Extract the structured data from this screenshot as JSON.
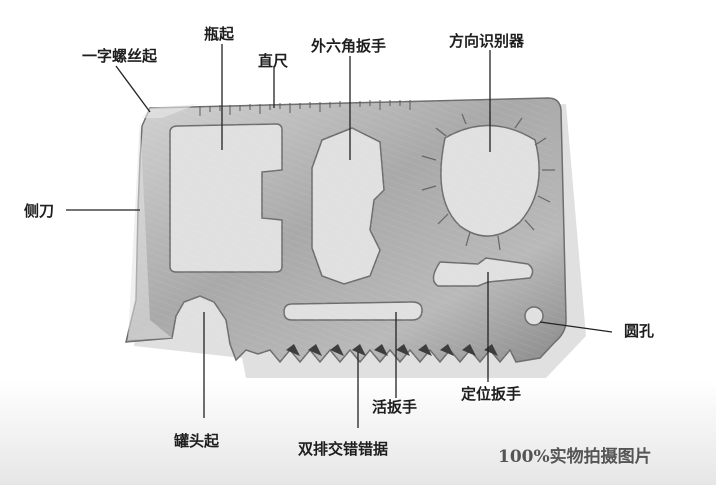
{
  "labels": {
    "slotted_screwdriver": "一字螺丝起",
    "bottle_opener": "瓶起",
    "ruler": "直尺",
    "hex_wrench": "外六角扳手",
    "direction_finder": "方向识别器",
    "side_blade": "侧刀",
    "round_hole": "圆孔",
    "positioning_wrench": "定位扳手",
    "slot_wrench": "活扳手",
    "can_opener": "罐头起",
    "double_saw": "双排交错错据"
  },
  "watermark": "100%实物拍摄图片",
  "colors": {
    "steel_light": "#cfcfcf",
    "steel_mid": "#9e9e9e",
    "steel_dark": "#6e6e6e",
    "background": "#ffffff",
    "label_text": "#1e1e1e"
  }
}
